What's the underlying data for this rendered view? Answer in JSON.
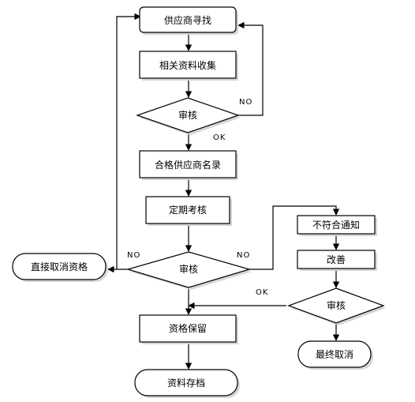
{
  "nodes": {
    "supplier_search": "供应商寻找",
    "info_collection": "相关资料收集",
    "review_1": "审核",
    "qualified_list": "合格供应商名录",
    "periodic_assessment": "定期考核",
    "review_2": "审核",
    "cancel_directly": "直接取消资格",
    "nonconformity_notice": "不符合通知",
    "improvement": "改善",
    "review_3": "审核",
    "final_cancel": "最终取消",
    "qualification_retained": "资格保留",
    "archive": "资料存档"
  },
  "edge_labels": {
    "review_1_no": "NO",
    "review_1_ok": "OK",
    "review_2_no_left": "NO",
    "review_2_no_right": "NO",
    "review_3_ok": "OK"
  }
}
